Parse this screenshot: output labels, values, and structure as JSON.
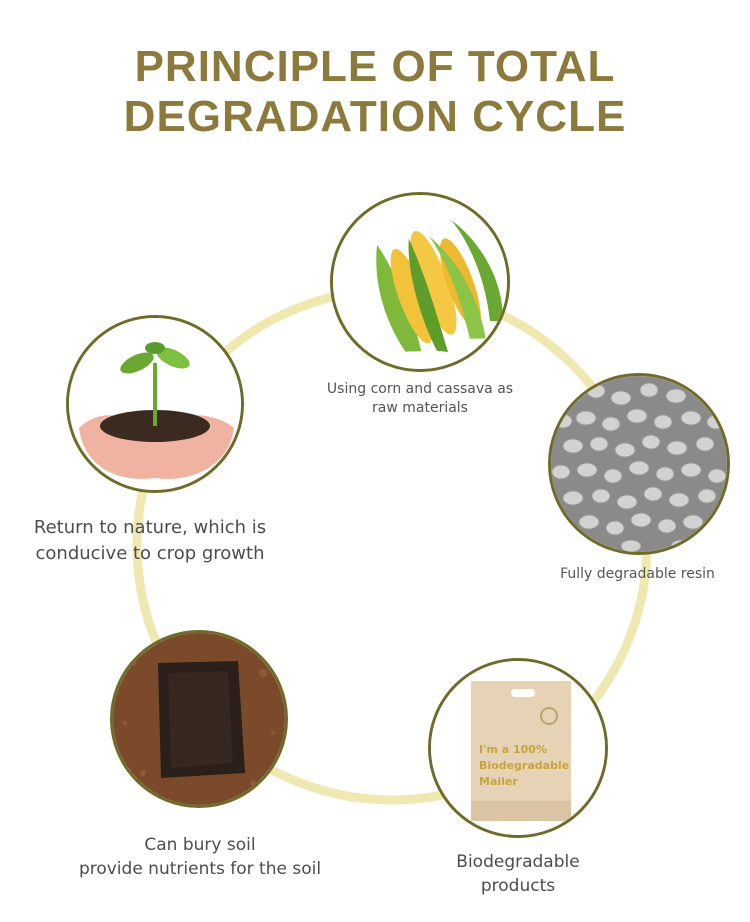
{
  "title": {
    "line1": "PRINCIPLE OF TOTAL",
    "line2": "DEGRADATION CYCLE"
  },
  "colors": {
    "title": "#8c7a3c",
    "ring": "#efe8b0",
    "node_border": "#6f6c2a",
    "caption": "#555555"
  },
  "stages": {
    "corn": {
      "icon": "corn-icon",
      "caption_line1": "Using corn and cassava as",
      "caption_line2": "raw materials"
    },
    "resin": {
      "icon": "resin-pellets-icon",
      "caption_line1": "Fully degradable resin"
    },
    "products": {
      "icon": "biodegradable-bag-icon",
      "caption_line1": "Biodegradable",
      "caption_line2": "products",
      "bag_text": [
        "I'm a 100%",
        "Biodegradable",
        "Mailer"
      ]
    },
    "soil": {
      "icon": "buried-bag-icon",
      "caption_line1": "Can bury soil",
      "caption_line2": "provide nutrients for the soil"
    },
    "nature": {
      "icon": "seedling-hands-icon",
      "caption_line1": "Return to nature, which is",
      "caption_line2": "conducive to crop growth"
    }
  }
}
